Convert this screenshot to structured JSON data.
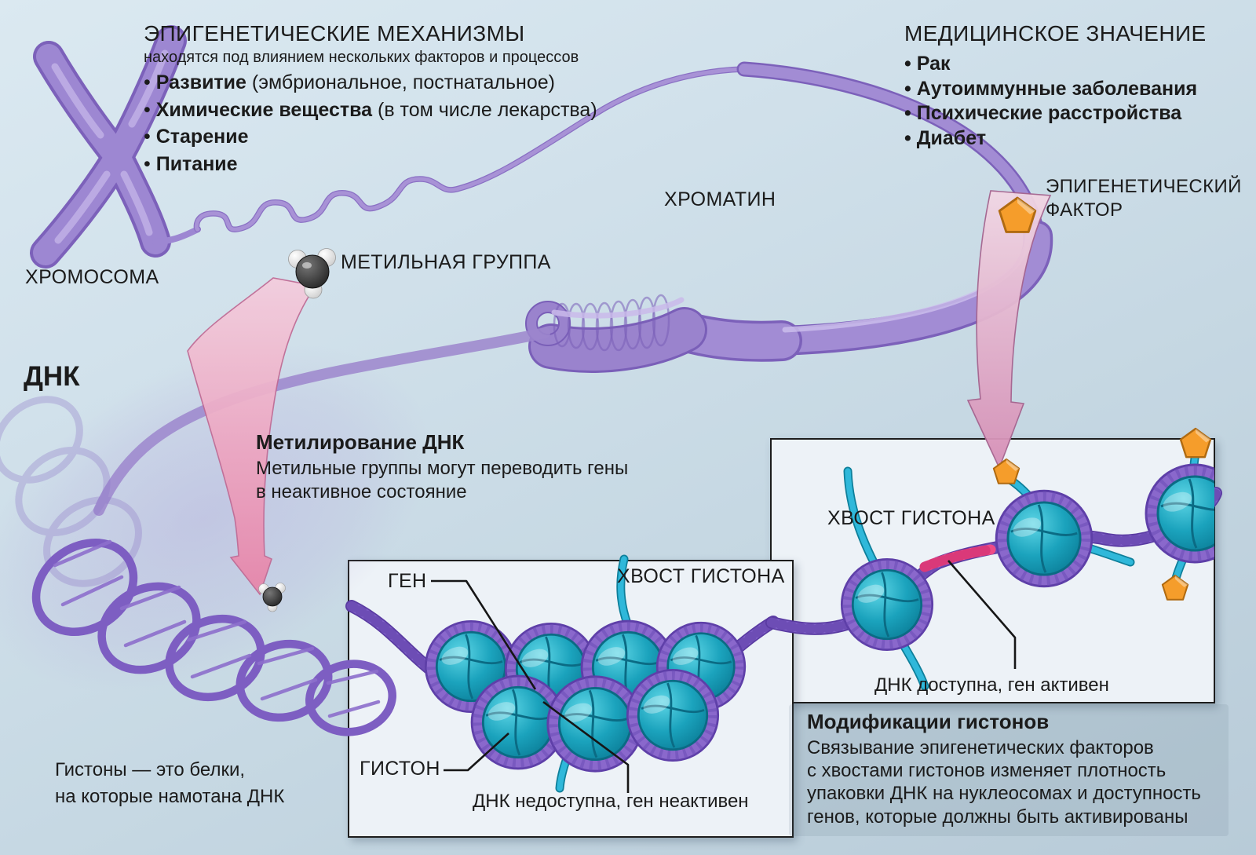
{
  "ui": {
    "bullet": "•"
  },
  "colors": {
    "background_top": "#d9e7f0",
    "background_bottom": "#b7cad8",
    "chromatin_purple": "#9d87d2",
    "nucleosome_teal": "#1ba3bd",
    "gene_pink": "#ee4b86",
    "factor_orange": "#f59d2b",
    "arrow_pink": "#e887ab",
    "box_fill": "#edf2f7",
    "text": "#1b1b1b"
  },
  "header_left": {
    "title": "ЭПИГЕНЕТИЧЕСКИЕ МЕХАНИЗМЫ",
    "subtitle": "находятся под влиянием нескольких факторов и процессов",
    "bullets": [
      {
        "bold": "Развитие",
        "rest": " (эмбриональное, постнатальное)"
      },
      {
        "bold": "Химические вещества",
        "rest": " (в том числе лекарства)"
      },
      {
        "bold": "Старение",
        "rest": ""
      },
      {
        "bold": "Питание",
        "rest": ""
      }
    ]
  },
  "header_right": {
    "title": "МЕДИЦИНСКОЕ ЗНАЧЕНИЕ",
    "bullets": [
      "Рак",
      "Аутоиммунные заболевания",
      "Психические расстройства",
      "Диабет"
    ]
  },
  "labels": {
    "chromosome": "ХРОМОСОМА",
    "chromatin": "ХРОМАТИН",
    "dna": "ДНК",
    "methyl_group": "МЕТИЛЬНАЯ ГРУППА",
    "epigenetic_factor_line1": "ЭПИГЕНЕТИЧЕСКИЙ",
    "epigenetic_factor_line2": "ФАКТОР"
  },
  "methylation": {
    "title": "Метилирование ДНК",
    "line1": "Метильные группы могут переводить гены",
    "line2": "в неактивное состояние"
  },
  "histone_note": {
    "line1": "Гистоны — это белки,",
    "line2": "на которые намотана ДНК"
  },
  "center_box": {
    "gene_label": "ГЕН",
    "histone_tail_label": "ХВОСТ ГИСТОНА",
    "histone_label": "ГИСТОН",
    "caption": "ДНК недоступна, ген неактивен"
  },
  "right_box": {
    "histone_tail_label": "ХВОСТ ГИСТОНА",
    "caption": "ДНК доступна, ген активен"
  },
  "modifications": {
    "title": "Модификации гистонов",
    "line1": "Связывание эпигенетических факторов",
    "line2": "с хвостами гистонов изменяет плотность",
    "line3": "упаковки ДНК на нуклеосомах и доступность",
    "line4": "генов, которые должны быть активированы"
  }
}
